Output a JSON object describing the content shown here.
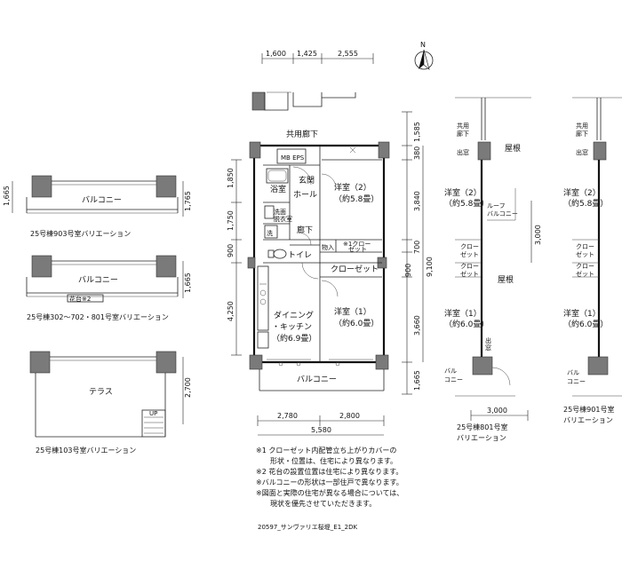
{
  "north": "N",
  "top_dims": [
    "1,600",
    "1,425",
    "2,555"
  ],
  "main": {
    "corridor": "共用廊下",
    "eps": "MB EPS",
    "genkan": "玄関",
    "hall": "ホール",
    "bath": "浴室",
    "senmen": "洗面\n脱衣室",
    "sen": "洗",
    "rouka": "廊下",
    "toilet": "トイレ",
    "nyu": "物入",
    "closet1_a": "※1クロー",
    "closet1_b": "ゼット",
    "closet2": "クローゼット",
    "room2_a": "洋室（2）",
    "room2_b": "（約5.8畳）",
    "room1_a": "洋室（1）",
    "room1_b": "（約6.0畳）",
    "dk_a": "ダイニング",
    "dk_b": "・キッチン",
    "dk_c": "（約6.9畳）",
    "balcony": "バルコニー",
    "left_dims": [
      "1,850",
      "1,750",
      "900",
      "4,250"
    ],
    "right_dims": [
      "1,585",
      "380",
      "3,840",
      "700",
      "900",
      "3,660",
      "1,665"
    ],
    "total_dim": "9,100",
    "bottom_dims": [
      "2,780",
      "2,800"
    ],
    "bottom_total": "5,580"
  },
  "var903": {
    "balcony": "バルコニー",
    "dims": [
      "1,665",
      "1,765"
    ],
    "caption": "25号棟903号室バリエーション"
  },
  "var302": {
    "balcony": "バルコニー",
    "hana": "花台※2",
    "dims": [
      "1,665"
    ],
    "caption": "25号棟302～702・801号室バリエーション"
  },
  "var103": {
    "terrace": "テラス",
    "dims": [
      "2,700"
    ],
    "caption": "25号棟103号室バリエーション",
    "up": "UP"
  },
  "var801": {
    "corridor_a": "共用",
    "corridor_b": "廊下",
    "exit": "出窓",
    "roof": "屋根",
    "room2_a": "洋室（2）",
    "room2_b": "（約5.8畳）",
    "roofbalc_a": "ルーフ",
    "roofbalc_b": "バルコニー",
    "closet_a": "クロー",
    "closet_b": "ゼット",
    "room1_a": "洋室（1）",
    "room1_b": "（約6.0畳）",
    "exit2": "出窓",
    "balc_a": "バル",
    "balc_b": "コニー",
    "dim_v": "3,000",
    "dim_h": "3,000",
    "caption_a": "25号棟801号室",
    "caption_b": "バリエーション"
  },
  "var901": {
    "corridor_a": "共用",
    "corridor_b": "廊下",
    "exit": "出窓",
    "room2_a": "洋室（2）",
    "room2_b": "（約5.8畳）",
    "closet_a": "クロー",
    "closet_b": "ゼット",
    "room1_a": "洋室（1）",
    "room1_b": "（約6.0畳）",
    "balc_a": "バル",
    "balc_b": "コニー",
    "caption_a": "25号棟901号室",
    "caption_b": "バリエーション"
  },
  "notes": [
    "※1 クローゼット内配管立ち上がりカバーの",
    "　　形状・位置は、住宅により異なります。",
    "※2 花台の設置位置は住宅により異なります。",
    "※バルコニーの形状は一部住戸で異なります。",
    "※図面と実際の住宅が異なる場合については、",
    "　　現状を優先させていただきます。"
  ],
  "code": "20597_サンヴァリエ桜堤_E1_2DK"
}
